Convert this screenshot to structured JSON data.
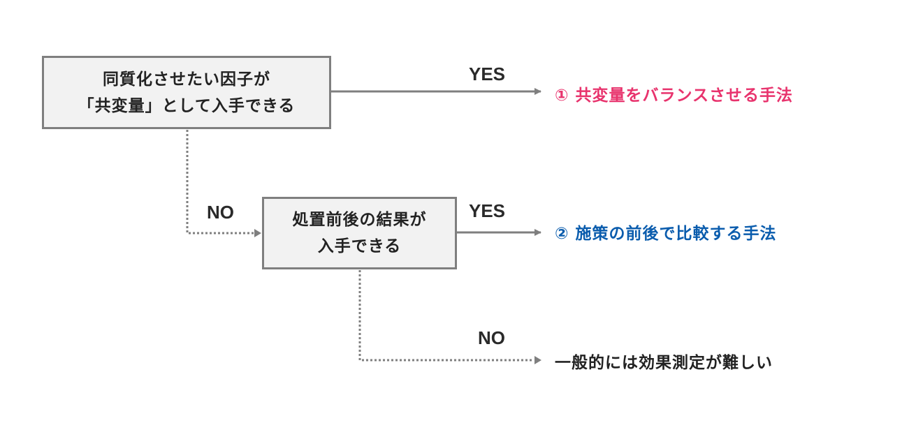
{
  "colors": {
    "box_fill": "#f2f2f2",
    "box_border": "#7f7f7f",
    "line": "#7f7f7f",
    "text": "#222222",
    "outcome_1": "#e8336d",
    "outcome_2": "#0a5cad",
    "outcome_3": "#222222"
  },
  "decision_1": {
    "line1": "同質化させたい因子が",
    "line2": "「共変量」として入手できる"
  },
  "decision_2": {
    "line1": "処置前後の結果が",
    "line2": "入手できる"
  },
  "labels": {
    "yes_1": "YES",
    "yes_2": "YES",
    "no_1": "NO",
    "no_2": "NO"
  },
  "outcomes": {
    "outcome_1": "① 共変量をバランスさせる手法",
    "outcome_2": "② 施策の前後で比較する手法",
    "outcome_3": "一般的には効果測定が難しい"
  }
}
